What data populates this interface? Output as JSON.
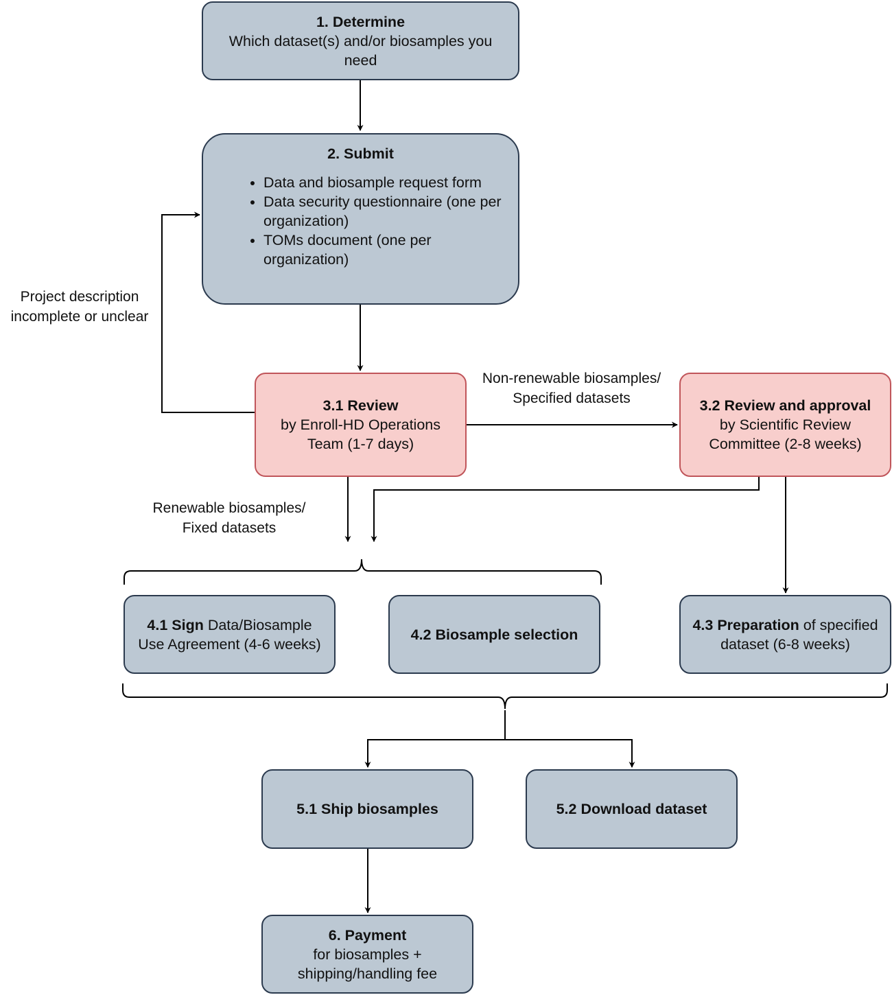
{
  "nodes": {
    "determine": {
      "title": "1. Determine",
      "text": "Which dataset(s) and/or biosamples you need"
    },
    "submit": {
      "title": "2. Submit",
      "items": [
        "Data and biosample request form",
        "Data security questionnaire (one per organization)",
        "TOMs document (one per organization)"
      ]
    },
    "review": {
      "title": "3.1 Review",
      "line1": "by Enroll-HD Operations",
      "line2": "Team (1-7 days)"
    },
    "approval": {
      "title": "3.2 Review and approval",
      "line1": "by Scientific Review",
      "line2": "Committee (2-8 weeks)"
    },
    "sign": {
      "bold": "4.1 Sign",
      "rest": " Data/Biosample",
      "line2": "Use Agreement (4-6 weeks)"
    },
    "selection": {
      "title": "4.2 Biosample selection"
    },
    "preparation": {
      "bold": "4.3 Preparation",
      "rest": " of specified",
      "line2": "dataset (6-8 weeks)"
    },
    "ship": {
      "title": "5.1 Ship biosamples"
    },
    "download": {
      "title": "5.2 Download dataset"
    },
    "payment": {
      "title": "6. Payment",
      "line1": "for biosamples +",
      "line2": "shipping/handling fee"
    }
  },
  "edge_labels": {
    "feedback": {
      "line1": "Project description",
      "line2": "incomplete or unclear"
    },
    "nonrenewable": {
      "line1": "Non-renewable biosamples/",
      "line2": "Specified datasets"
    },
    "renewable": {
      "line1": "Renewable biosamples/",
      "line2": "Fixed datasets"
    }
  },
  "colors": {
    "step_fill": "#bcc8d3",
    "review_fill": "#f8cecc",
    "review_border": "#c0555a",
    "step_border": "#2b3a4e"
  }
}
